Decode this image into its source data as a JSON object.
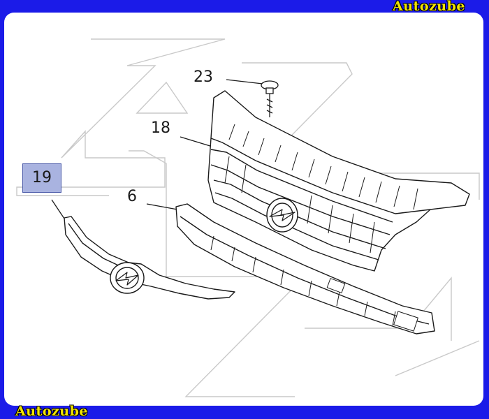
{
  "brand": {
    "top_label": "Autozube",
    "bottom_label": "Autozube",
    "text_color": "#f2e400",
    "frame_color": "#1b1be8"
  },
  "diagram": {
    "callouts": {
      "screw": "23",
      "grille": "18",
      "support": "6",
      "trim_strip": "19"
    },
    "highlight_color": "#a9b3e0",
    "line_color": "#1a1a1a"
  }
}
